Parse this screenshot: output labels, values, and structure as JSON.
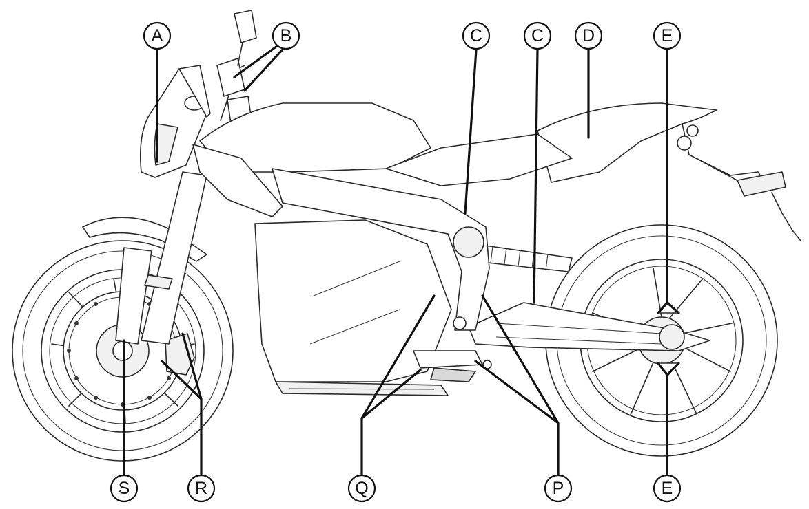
{
  "colors": {
    "line": "#111111",
    "background": "#ffffff"
  },
  "callouts": [
    {
      "id": "a",
      "letter": "A"
    },
    {
      "id": "b",
      "letter": "B"
    },
    {
      "id": "c1",
      "letter": "C"
    },
    {
      "id": "c2",
      "letter": "C"
    },
    {
      "id": "d",
      "letter": "D"
    },
    {
      "id": "e1",
      "letter": "E"
    },
    {
      "id": "e2",
      "letter": "E"
    },
    {
      "id": "p",
      "letter": "P"
    },
    {
      "id": "q",
      "letter": "Q"
    },
    {
      "id": "r",
      "letter": "R"
    },
    {
      "id": "s",
      "letter": "S"
    }
  ]
}
